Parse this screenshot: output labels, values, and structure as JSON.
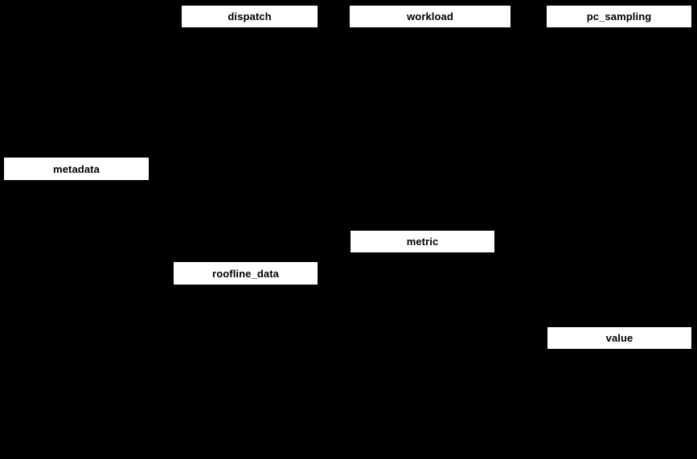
{
  "diagram": {
    "background_color": "#000000",
    "node_fill_color": "#ffffff",
    "node_text_color": "#000000",
    "nodes": [
      {
        "label": "dispatch"
      },
      {
        "label": "workload"
      },
      {
        "label": "pc_sampling"
      },
      {
        "label": "metadata"
      },
      {
        "label": "metric"
      },
      {
        "label": "roofline_data"
      },
      {
        "label": "value"
      }
    ]
  }
}
